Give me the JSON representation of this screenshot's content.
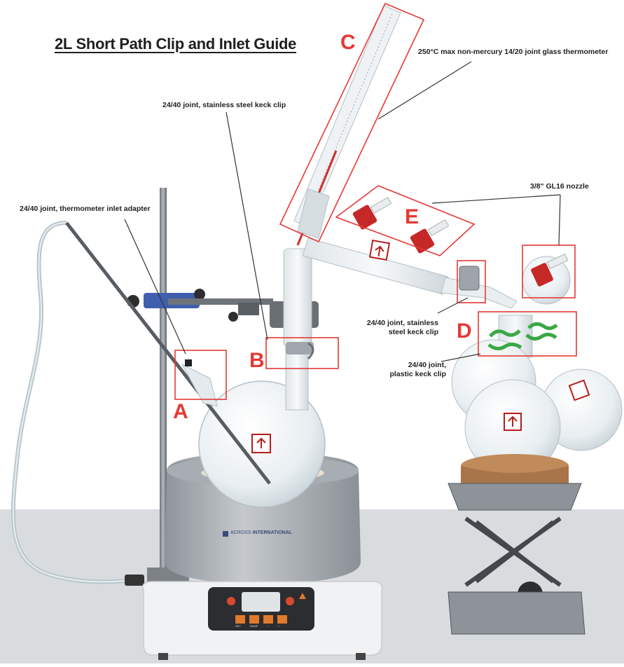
{
  "title": "2L Short Path Clip and Inlet Guide",
  "callouts": {
    "thermometer_adapter": "24/40 joint, thermometer inlet adapter",
    "steel_clip_b": "24/40 joint, stainless steel keck clip",
    "thermometer": "250°C max non-mercury 14/20 joint glass thermometer",
    "gl16_nozzle": "3/8\" GL16 nozzle",
    "steel_clip_right_line1": "24/40 joint, stainless",
    "steel_clip_right_line2": "steel keck clip",
    "plastic_clip_line1": "24/40 joint,",
    "plastic_clip_line2": "plastic keck clip"
  },
  "letters": {
    "a": "A",
    "b": "B",
    "c": "C",
    "d": "D",
    "e": "E"
  },
  "brand": {
    "prefix": "ACROSS",
    "name": "INTERNATIONAL"
  },
  "panel": {
    "btn1": "SET",
    "btn2": "RAMP",
    "btn3": "−",
    "btn4": "+"
  },
  "colors": {
    "callout_red": "#e53935",
    "clamp_blue": "#3f5fae",
    "cap_red": "#c62828",
    "clip_green": "#3aa845",
    "cork": "#a8744a",
    "steel": "#9ea4a9"
  }
}
